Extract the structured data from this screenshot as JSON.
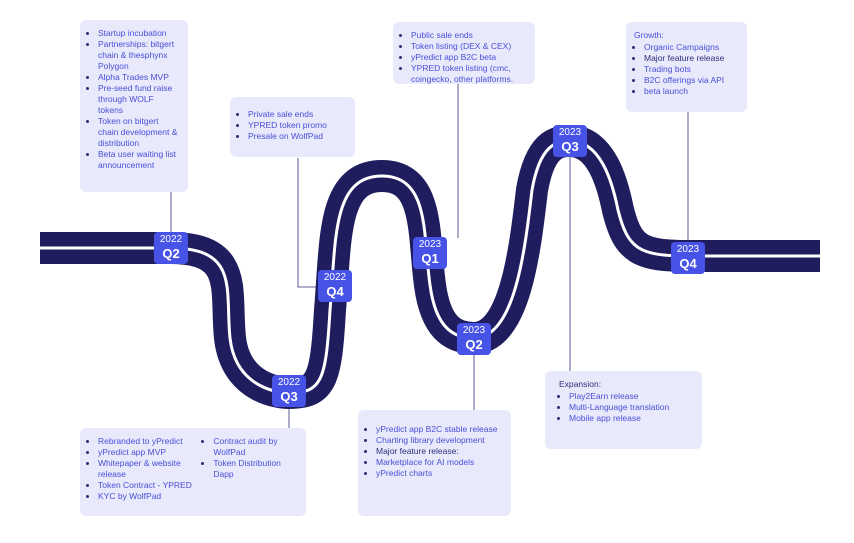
{
  "colors": {
    "road": "#1f1d5e",
    "lane": "#ffffff",
    "card_bg": "#e8e9fb",
    "text": "#4a4fd8",
    "badge": "#4753e6",
    "connector": "#2d2f7a"
  },
  "milestones": [
    {
      "year": "2022",
      "quarter": "Q2"
    },
    {
      "year": "2022",
      "quarter": "Q3"
    },
    {
      "year": "2022",
      "quarter": "Q4"
    },
    {
      "year": "2023",
      "quarter": "Q1"
    },
    {
      "year": "2023",
      "quarter": "Q2"
    },
    {
      "year": "2023",
      "quarter": "Q3"
    },
    {
      "year": "2023",
      "quarter": "Q4"
    }
  ],
  "cards": {
    "q2_2022": [
      "Startup incubation",
      "Partnerships: bitgert chain & thesphynx Polygon",
      "Alpha Trades MVP",
      "Pre-seed fund raise through WOLF tokens",
      "Token on bitgert chain development & distribution",
      "Beta user waiting list announcement"
    ],
    "q3_2022_col1": [
      "Rebranded to yPredict",
      "yPredict app MVP",
      "Whitepaper & website release",
      "Token Contract - YPRED",
      "KYC by WolfPad"
    ],
    "q3_2022_col2": [
      "Contract audit by WolfPad",
      "Token Distribution Dapp"
    ],
    "q4_2022": [
      "Private sale ends",
      "YPRED token promo",
      "Presale on WolfPad"
    ],
    "q1_2023": [
      "Public sale ends",
      "Token listing (DEX & CEX)",
      "yPredict app B2C beta",
      "YPRED token listing (cmc, coingecko, other platforms."
    ],
    "q2_2023": [
      "yPredict app B2C stable release",
      "Charting library development",
      "Major feature release:",
      "Marketplace for AI models",
      "yPredict charts"
    ],
    "q3_2023_head": "Expansion:",
    "q3_2023": [
      "Play2Earn release",
      "Multi-Language translation",
      "Mobile app release"
    ],
    "q4_2023_head": "Growth:",
    "q4_2023": [
      "Organic Campaigns",
      "Major feature release",
      "Trading bots",
      "B2C offerings via API",
      "beta launch"
    ]
  }
}
